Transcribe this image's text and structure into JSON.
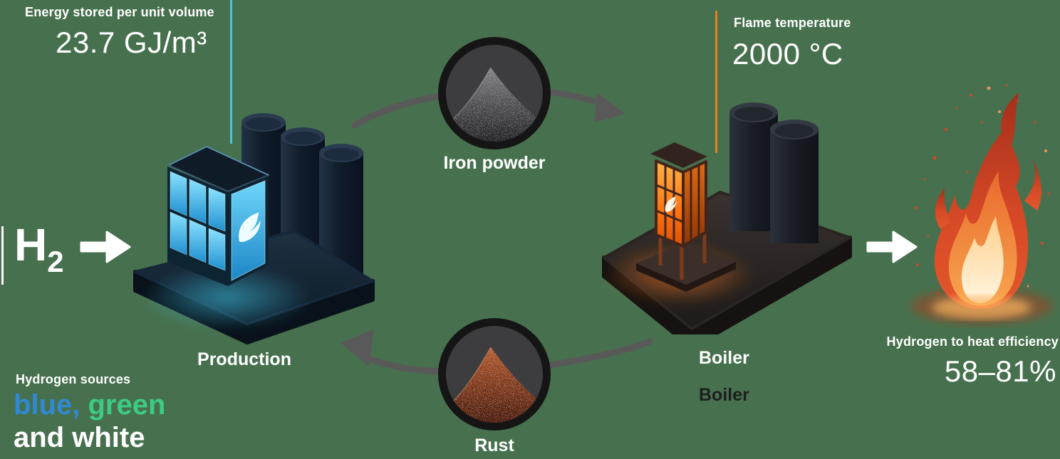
{
  "canvas": {
    "background_color": "#47714e"
  },
  "stats": {
    "energy_density": {
      "label": "Energy stored per unit volume",
      "value": "23.7 GJ/m³",
      "accent_color": "#3fc9e8"
    },
    "flame_temperature": {
      "label": "Flame temperature",
      "value": "2000 °C",
      "accent_color": "#e8811c"
    },
    "efficiency": {
      "label": "Hydrogen to heat efficiency",
      "value": "58–81%"
    },
    "hydrogen_sources": {
      "label": "Hydrogen sources",
      "word_blue": {
        "text": "blue,",
        "color": "#3189d3"
      },
      "word_green": {
        "text": " green",
        "color": "#3ecb81"
      },
      "word_white": {
        "text": "and white",
        "color": "#ffffff"
      }
    }
  },
  "cycle": {
    "input": {
      "symbol": "H",
      "subscript": "2",
      "accent_color": "#ffffff"
    },
    "production": {
      "label": "Production"
    },
    "iron_powder": {
      "label": "Iron powder"
    },
    "boiler": {
      "label": "Boiler",
      "label_shadow": "Boiler"
    },
    "rust": {
      "label": "Rust"
    },
    "arrow_color": "#595959"
  }
}
